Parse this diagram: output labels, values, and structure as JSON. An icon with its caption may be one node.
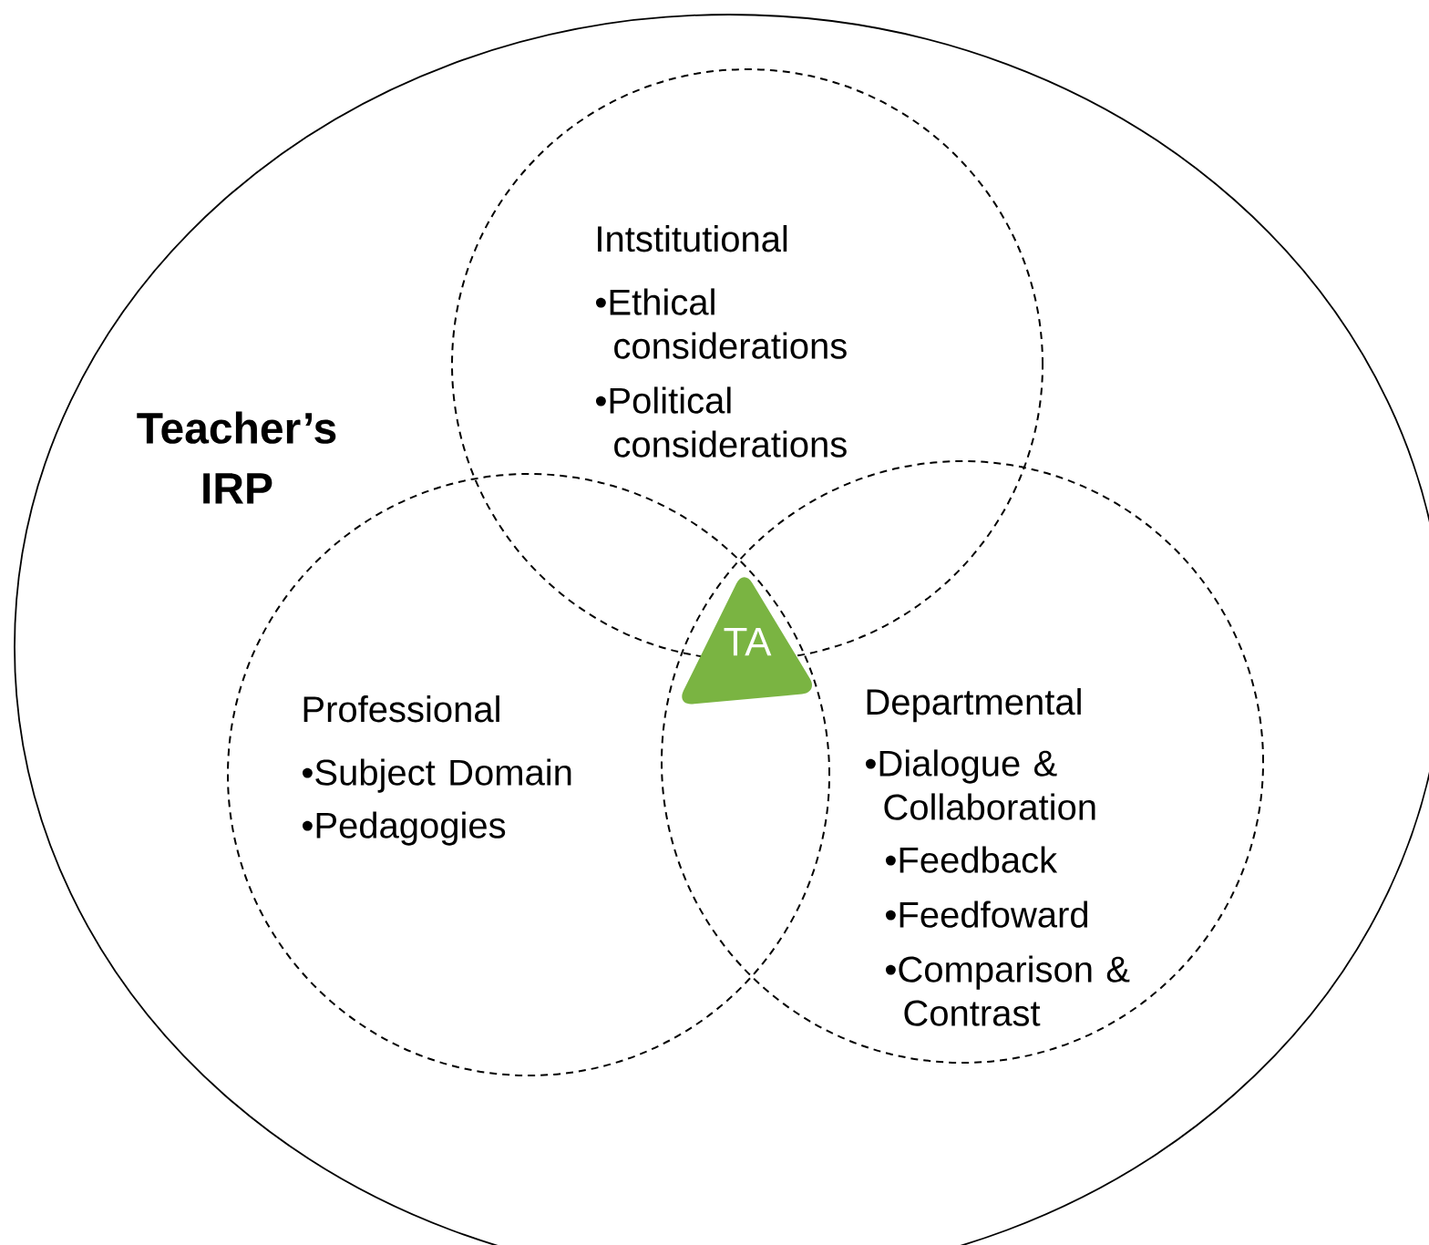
{
  "diagram": {
    "nodes": [
      {
        "text": [
          "Teacher’s IRP"
        ]
      },
      {
        "text": [
          "Intstitutional",
          "•Ethical considerations",
          "•Political considerations"
        ],
        "in": 0
      },
      {
        "text": [
          "TA"
        ]
      },
      {
        "text": [
          "Professional",
          "•Subject Domain",
          "•Pedagogies"
        ],
        "in": 0
      },
      {
        "text": [
          "Departmental",
          "•Dialogue & Collaboration",
          "•Feedback",
          "•Feedfoward",
          "•Comparison & Contrast"
        ],
        "in": 0
      }
    ]
  }
}
